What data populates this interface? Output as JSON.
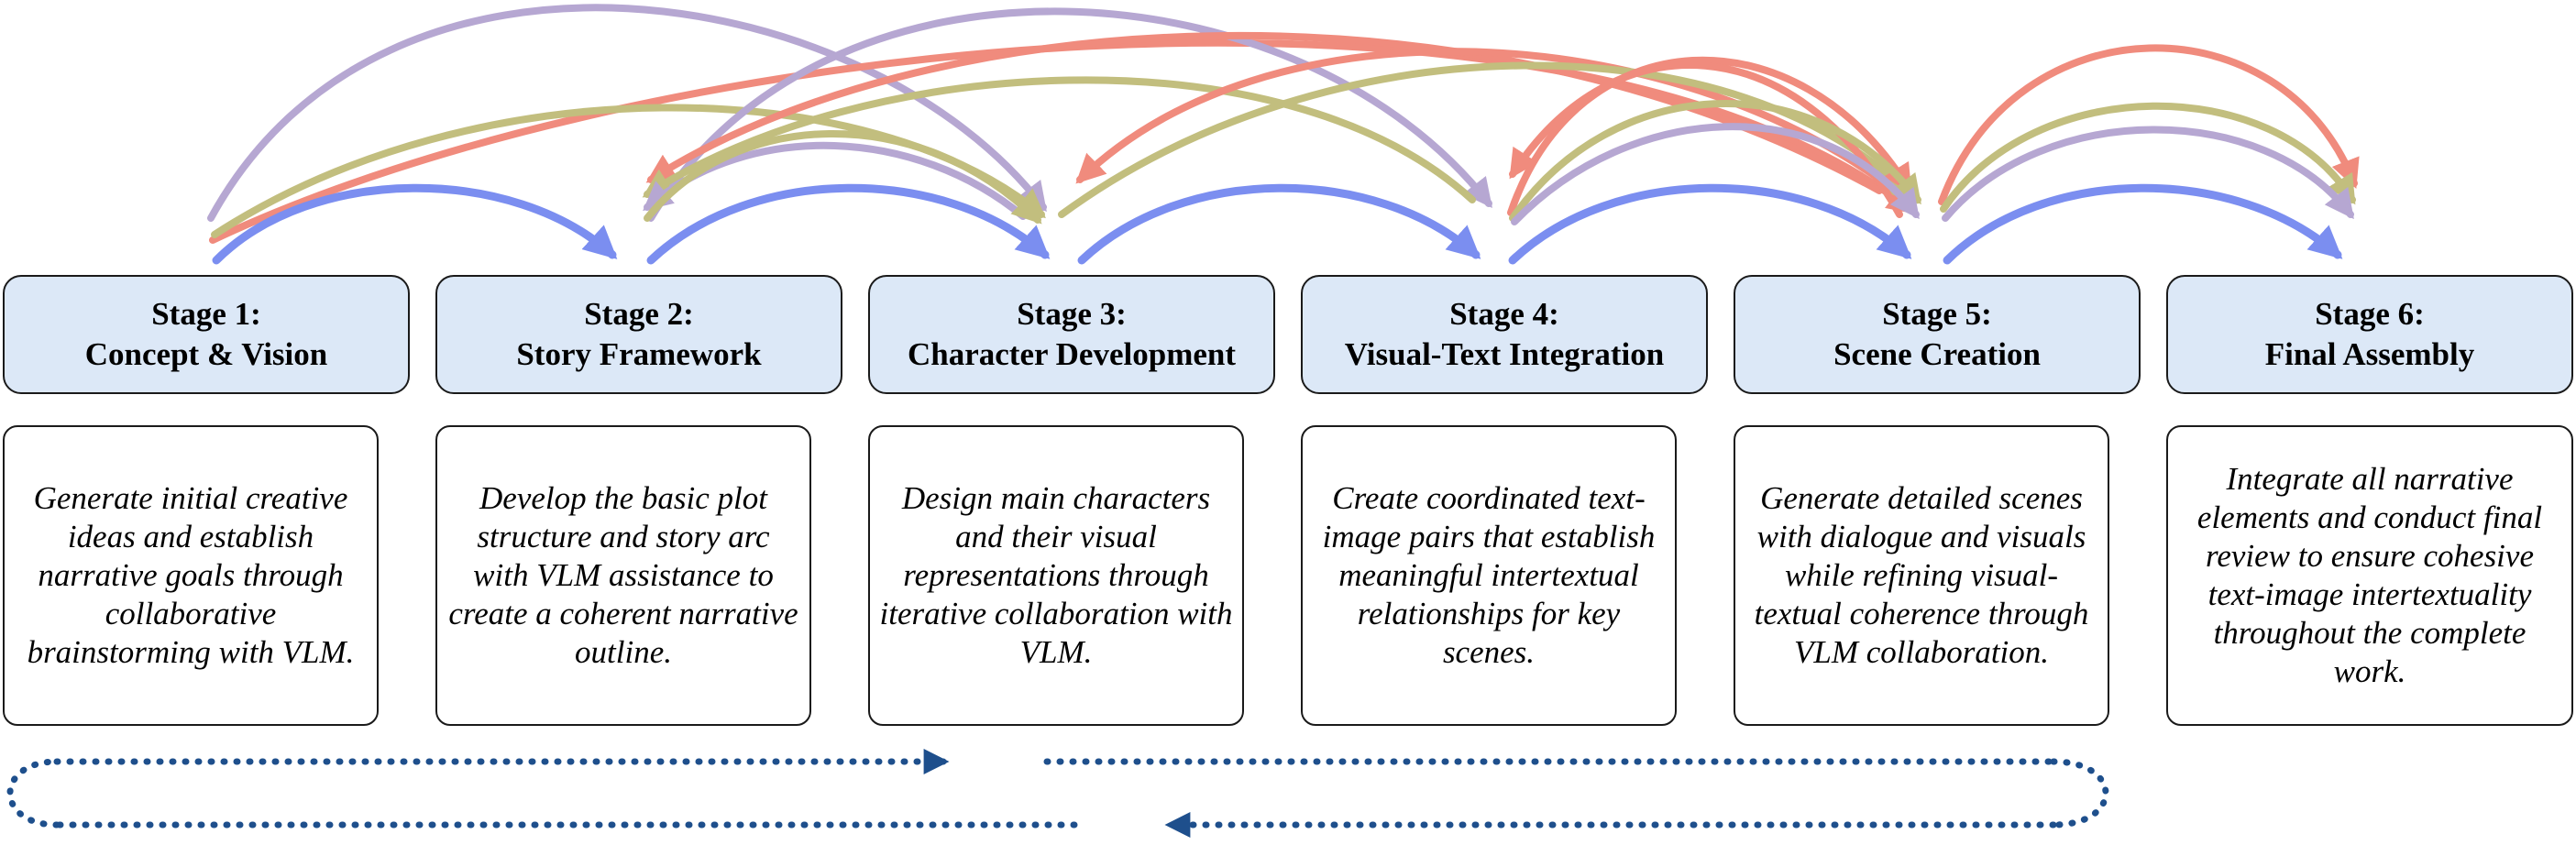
{
  "stages": [
    {
      "title": "Stage 1:",
      "name": "Concept & Vision",
      "description": "Generate initial creative ideas and establish narrative goals through collaborative brainstorming with VLM."
    },
    {
      "title": "Stage 2:",
      "name": "Story Framework",
      "description": "Develop the basic plot structure and story arc with VLM assistance to create a coherent narrative outline."
    },
    {
      "title": "Stage 3:",
      "name": "Character Development",
      "description": "Design main characters and their visual representations through iterative collaboration with VLM."
    },
    {
      "title": "Stage 4:",
      "name": "Visual-Text Integration",
      "description": "Create coordinated text-image pairs that establish meaningful intertextual relationships for key scenes."
    },
    {
      "title": "Stage 5:",
      "name": "Scene Creation",
      "description": "Generate detailed scenes with dialogue and visuals while refining visual-textual coherence through VLM collaboration."
    },
    {
      "title": "Stage 6:",
      "name": "Final Assembly",
      "description": "Integrate all narrative elements and conduct final review to ensure cohesive text-image intertextuality throughout the complete work."
    }
  ],
  "colors": {
    "stage_fill": "#dce8f7",
    "arrow_blue": "#7b8ef0",
    "arrow_purple": "#b3a3d0",
    "arrow_olive": "#bfbb78",
    "arrow_red": "#f08577",
    "loop_dotted": "#1e4f8c"
  }
}
